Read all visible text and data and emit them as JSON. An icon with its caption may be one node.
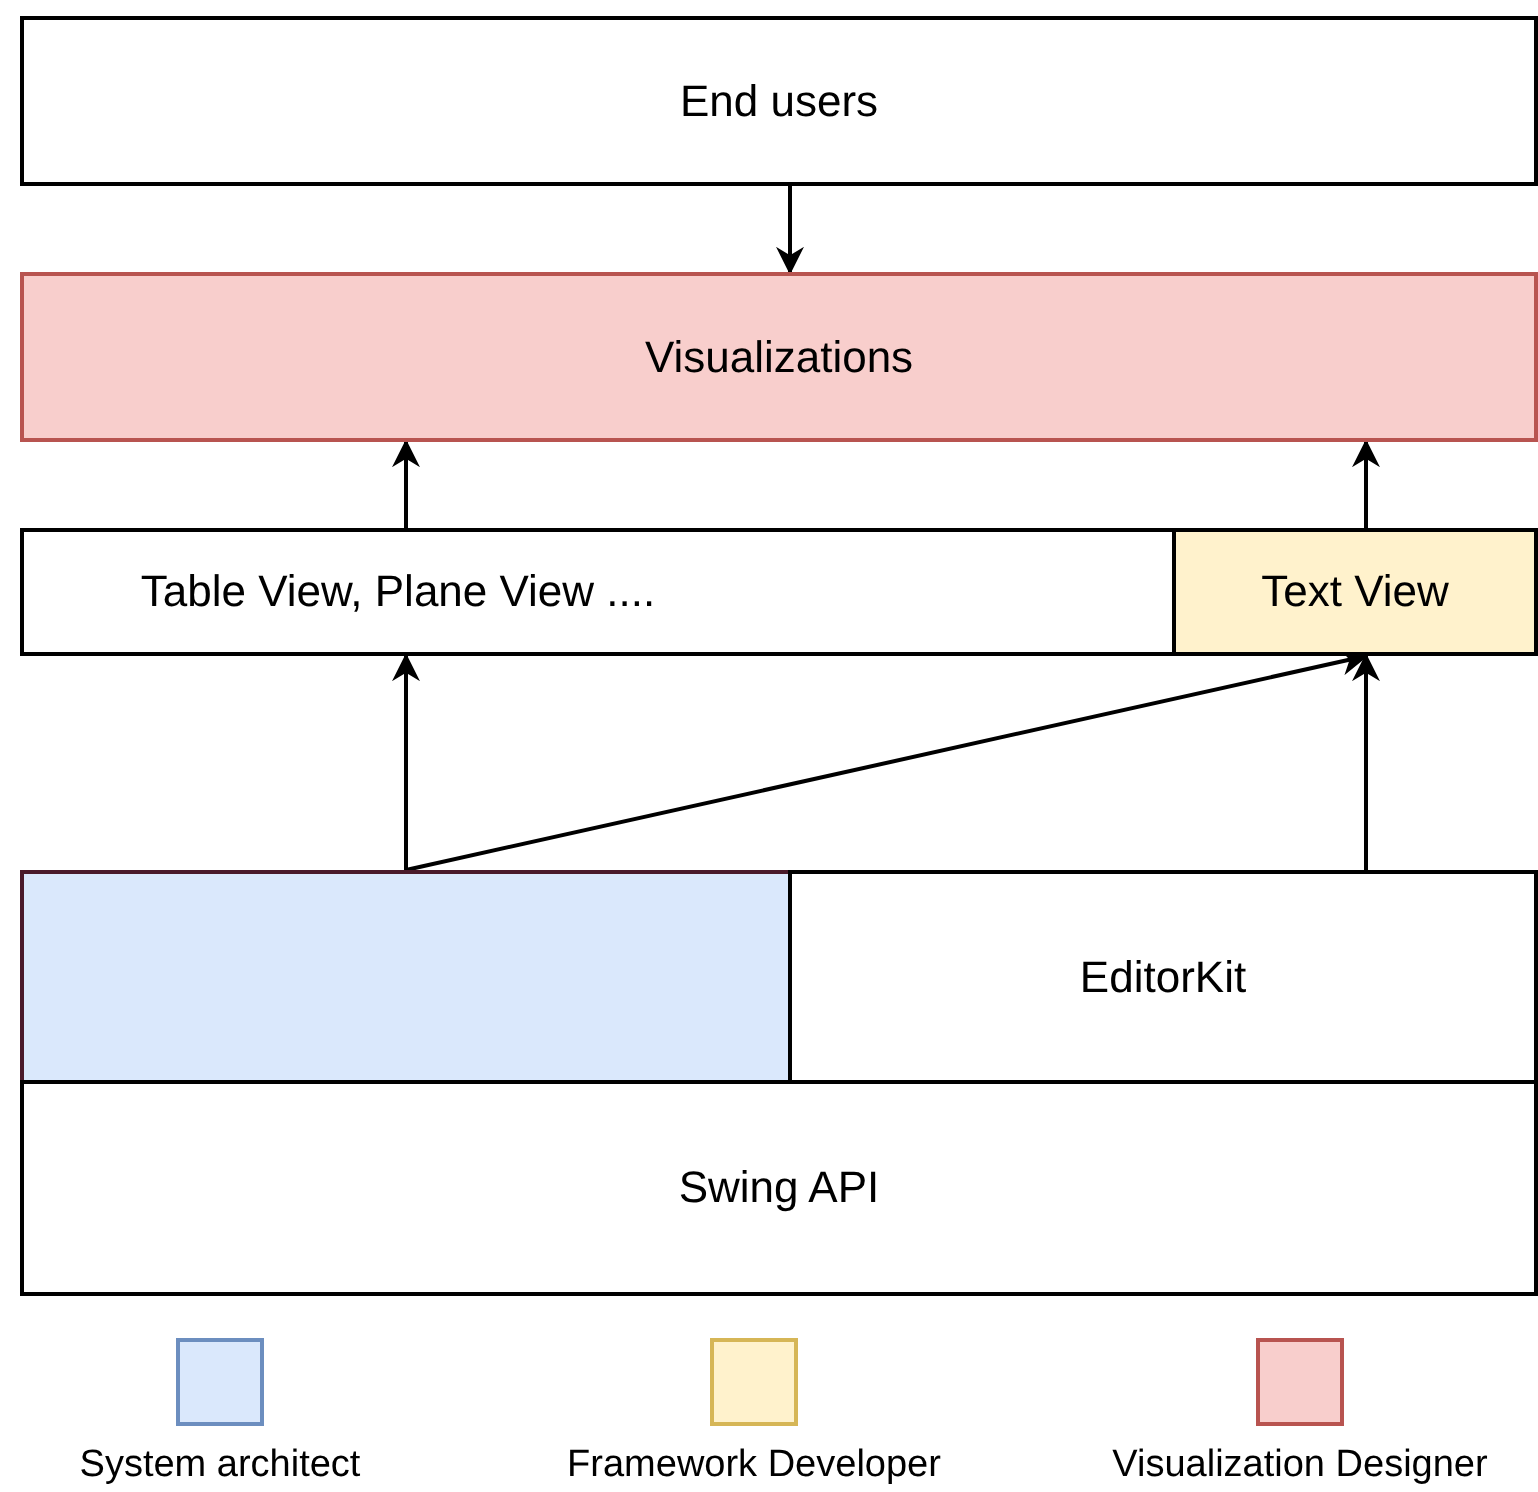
{
  "diagram": {
    "nodes": [
      {
        "text": [
          "End users"
        ]
      },
      {
        "text": [
          "Visualizations"
        ]
      },
      {
        "text": [
          "Table View, Plane View ...."
        ]
      },
      {
        "text": [
          "Text View"
        ]
      },
      {
        "text": [],
        "shape": "box"
      },
      {
        "text": [
          "EditorKit"
        ]
      },
      {
        "text": [
          "Swing API"
        ]
      }
    ],
    "edges": [
      {
        "from": 0,
        "to": 1,
        "arrow": "to"
      },
      {
        "from": 2,
        "to": 1,
        "arrow": "to"
      },
      {
        "from": 3,
        "to": 1,
        "arrow": "to"
      },
      {
        "from": 4,
        "to": 2,
        "arrow": "to"
      },
      {
        "from": 4,
        "to": 3,
        "arrow": "to"
      },
      {
        "from": 5,
        "to": 3,
        "arrow": "to"
      }
    ],
    "legend": [
      {
        "text": "System architect",
        "color": "#dae8fc"
      },
      {
        "text": "Framework Developer",
        "color": "#fff2cc"
      },
      {
        "text": "Visualization Designer",
        "color": "#f8cecc"
      }
    ]
  }
}
